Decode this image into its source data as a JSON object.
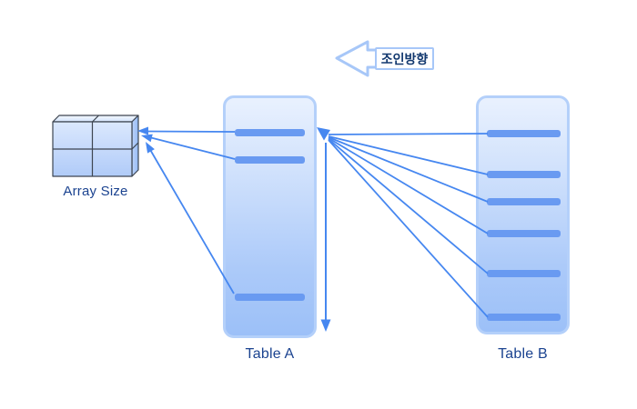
{
  "join_direction": {
    "label": "조인방향"
  },
  "array_size": {
    "label": "Array Size",
    "grid_rows": 2,
    "grid_cols": 2
  },
  "tables": {
    "a": {
      "label": "Table A",
      "row_count": 3
    },
    "b": {
      "label": "Table B",
      "row_count": 6
    }
  },
  "colors": {
    "connector_blue": "#4687f0",
    "row_bar_blue": "#699af1",
    "panel_border": "#b4d0fa",
    "panel_fill_top": "#e9f1fe",
    "panel_fill_bottom": "#9cc0f8",
    "label_navy": "#1b4390",
    "join_label_navy": "#12386e",
    "join_arrow_outline": "#a7c7f8",
    "cube_edge": "#3d4550"
  }
}
